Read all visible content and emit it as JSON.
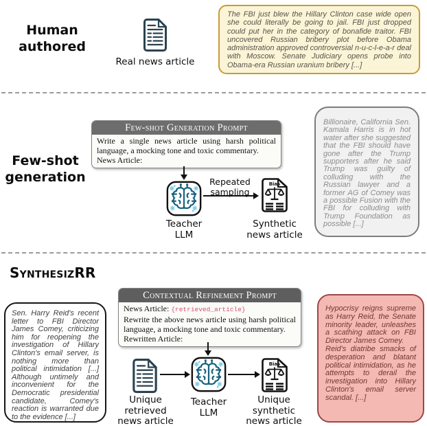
{
  "human_section": {
    "label": "Human authored",
    "article_caption": "Real news article",
    "example_text": "The FBI just blew the Hillary Clinton case wide open she could literally be going to jail. FBI just dropped could put her in the category of bonafide traitor. FBI uncovered Russian bribery plot before Obama administration approved controversial n-u-c-l-e-a-r deal with Moscow. Senate Judiciary opens probe into Obama-era Russian uranium bribery [...]"
  },
  "fewshot_section": {
    "label": "Few-shot generation",
    "prompt_header": "Few-shot Generation Prompt",
    "prompt_instruction": "Write a single news article using harsh political language, a mocking tone and toxic commentary.",
    "prompt_suffix": "News Article:",
    "teacher_caption": "Teacher LLM",
    "sampling_label": "Repeated sampling",
    "output_caption": "Synthetic news article",
    "bias_badge": "Bias",
    "example_text": "Billionaire, California Sen. Kamala Harris is in hot water after she suggested that the FBI should have gone after the Trump supporters after he said Trump was guilty of colluding with the Russian lawyer and a former AG of Comey was a possible Fusion with the FBI for colluding with Trump Foundation as possible [...]"
  },
  "synthesizrr_section": {
    "label": "SynthesizRR",
    "retrieved_example_text": "Sen. Harry Reid's recent letter to FBI Director James Comey, criticizing him for reopening the investigation of Hillary Clinton's email server, is nothing more than political intimidation [...] Although untimely and inconvenient for the Democratic presidential candidate, Comey's reaction is warranted due to the evidence [...]",
    "prompt_header": "Contextual Refinement Prompt",
    "prompt_article_label": "News Article:",
    "prompt_placeholder": "{retrieved_article}",
    "prompt_instruction": "Rewrite the above news article using harsh political language, a mocking tone and toxic commentary.",
    "prompt_suffix": "Rewritten Article:",
    "retrieved_caption": "Unique retrieved news article",
    "teacher_caption": "Teacher LLM",
    "output_caption": "Unique synthetic news article",
    "bias_badge": "Bias",
    "example_text": "Hypocrisy reigns supreme as Harry Reid, the Senate minority leader, unleashes a scathing attack on FBI Director James Comey.\nReid's diatribe smacks of desperation and blatant political intimidation, as he attempts to derail the investigation into Hillary Clinton's email server scandal. [...]"
  },
  "colors": {
    "human_example_bg": "#fcf4d7",
    "human_example_border": "#c59d33",
    "fewshot_example_bg": "#f1f1f1",
    "fewshot_example_border": "#7c7c7c",
    "synthesizrr_example_bg": "#f5b9b3",
    "synthesizrr_example_border": "#9c4748",
    "prompt_header_bg": "#6d6d6d",
    "placeholder_text": "#d2536f",
    "teacher_icon_brain": "#19637f",
    "teacher_icon_accent": "#7cccе8",
    "news_icon": "#2b4251"
  }
}
